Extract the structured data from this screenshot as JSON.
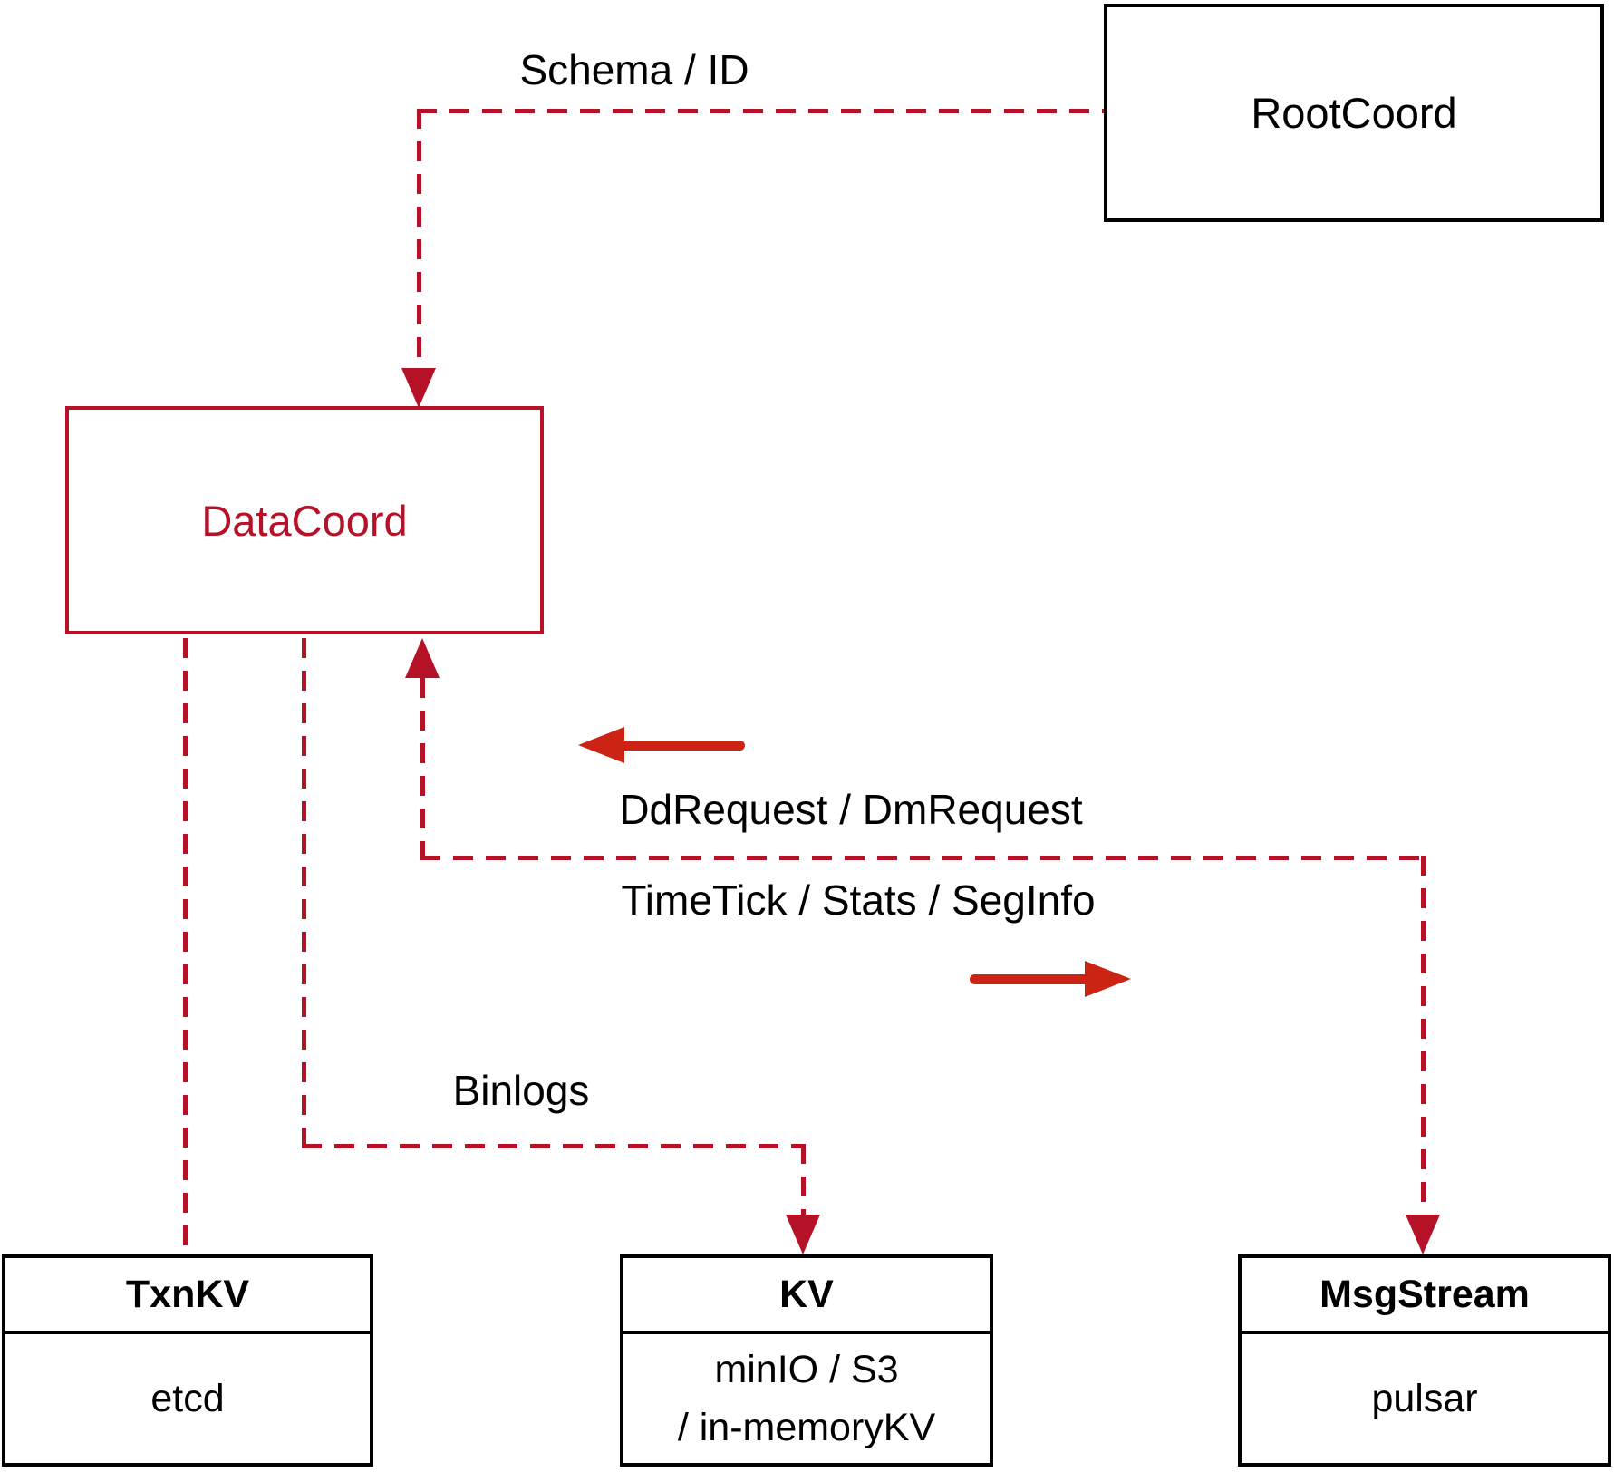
{
  "colors": {
    "dash": "#b51228",
    "arrow": "#cb2314",
    "ink": "#000000",
    "bg": "#ffffff"
  },
  "nodes": {
    "rootcoord": {
      "label": "RootCoord"
    },
    "datacoord": {
      "label": "DataCoord"
    },
    "txnkv": {
      "title": "TxnKV",
      "body": "etcd"
    },
    "kv": {
      "title": "KV",
      "body_lines": [
        "minIO / S3",
        "/ in-memoryKV"
      ]
    },
    "msgstream": {
      "title": "MsgStream",
      "body": "pulsar"
    }
  },
  "edges": {
    "schema_id": {
      "label": "Schema / ID"
    },
    "dd_dm_request": {
      "label": "DdRequest / DmRequest"
    },
    "timetick_stats_seginfo": {
      "label": "TimeTick / Stats / SegInfo"
    },
    "binlogs": {
      "label": "Binlogs"
    }
  }
}
